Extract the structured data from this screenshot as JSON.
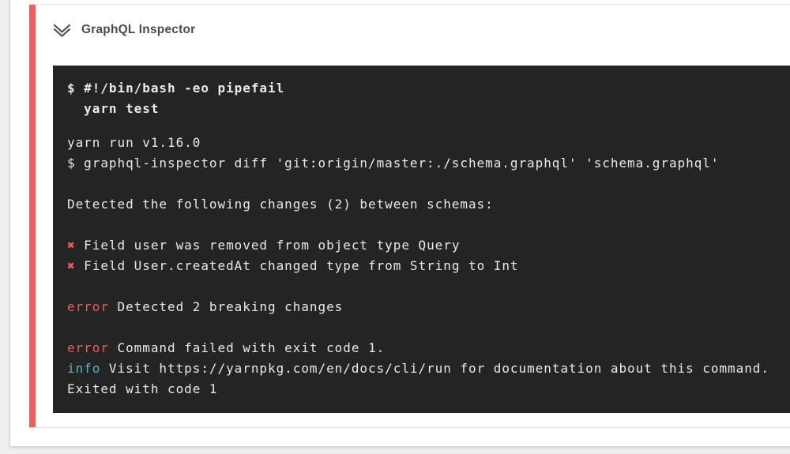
{
  "colors": {
    "page_bg": "#efefef",
    "card_bg": "#ffffff",
    "accent_red": "#ee5c5c",
    "terminal_bg": "#242424",
    "terminal_text": "#e9e9e9",
    "terminal_red": "#ee5b60",
    "terminal_cyan": "#56b6c2",
    "title_text": "#4b4b4b"
  },
  "step": {
    "title": "GraphQL Inspector",
    "status": "failed",
    "chevron_icon": "double-chevron-down-icon"
  },
  "terminal": {
    "command_lines": [
      "$ #!/bin/bash -eo pipefail",
      "  yarn test"
    ],
    "output_lines": [
      [
        {
          "t": "yarn run v1.16.0"
        }
      ],
      [
        {
          "t": "$ graphql-inspector diff 'git:origin/master:./schema.graphql' 'schema.graphql'"
        }
      ],
      [],
      [
        {
          "t": "Detected the following changes (2) between schemas:"
        }
      ],
      [],
      [
        {
          "t": "✖",
          "c": "red"
        },
        {
          "t": " Field user was removed from object type Query"
        }
      ],
      [
        {
          "t": "✖",
          "c": "red"
        },
        {
          "t": " Field User.createdAt changed type from String to Int"
        }
      ],
      [],
      [
        {
          "t": "error",
          "c": "red"
        },
        {
          "t": " Detected 2 breaking changes"
        }
      ],
      [],
      [
        {
          "t": "error",
          "c": "red"
        },
        {
          "t": " Command failed with exit code 1."
        }
      ],
      [
        {
          "t": "info",
          "c": "cyan"
        },
        {
          "t": " Visit https://yarnpkg.com/en/docs/cli/run for documentation about this command."
        }
      ],
      [
        {
          "t": "Exited with code 1"
        }
      ]
    ]
  }
}
